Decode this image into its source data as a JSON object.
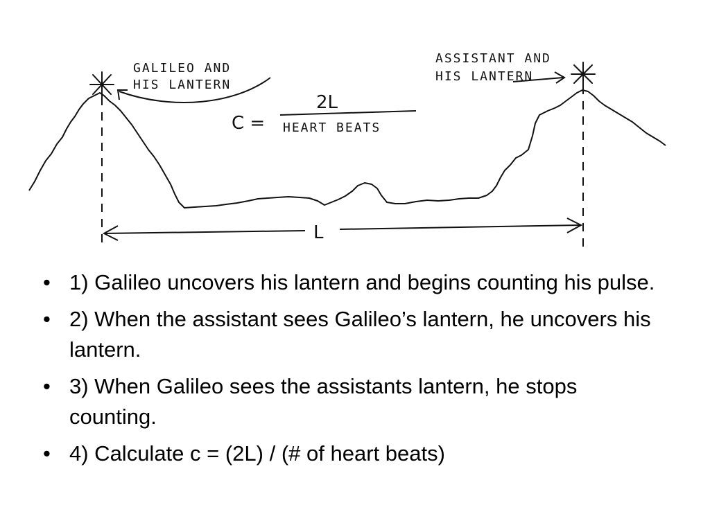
{
  "diagram": {
    "label_left": [
      "GALILEO AND",
      "HIS LANTERN"
    ],
    "label_right": [
      "ASSISTANT AND",
      "HIS LANTERN"
    ],
    "formula": {
      "lhs": "C =",
      "numerator": "2L",
      "denominator": "HEART BEATS"
    },
    "distance_label": "L"
  },
  "bullet_glyph": "•",
  "bullets": [
    "1) Galileo uncovers his lantern and begins counting his pulse.",
    "2) When the assistant sees Galileo’s lantern, he uncovers his lantern.",
    "3) When Galileo sees the assistants lantern, he stops counting.",
    "4) Calculate c = (2L) / (# of heart beats)"
  ]
}
